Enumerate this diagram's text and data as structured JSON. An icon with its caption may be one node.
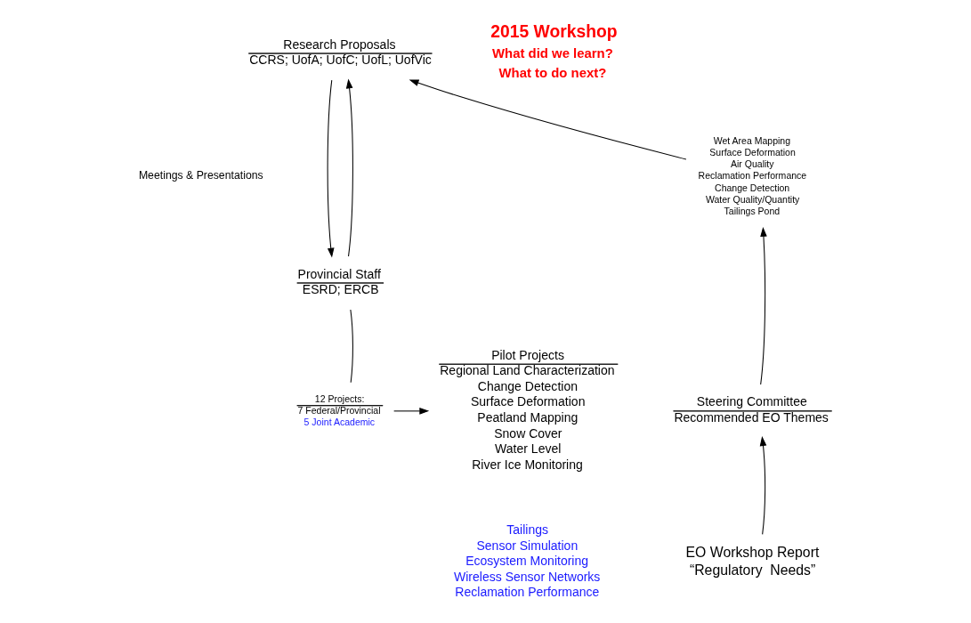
{
  "diagram": {
    "nodes": [
      {
        "text": [
          "Research Proposals",
          "CCRS; UofA; UofC; UofL; UofVic"
        ]
      },
      {
        "text": [
          "Wet Area Mapping",
          "Surface Deformation",
          "Air Quality",
          "Reclamation Performance",
          "Change Detection",
          "Water Quality/Quantity",
          "Tailings Pond"
        ]
      },
      {
        "text": [
          "Provincial Staff",
          "ESRD; ERCB"
        ]
      },
      {
        "text": [
          "Steering Committee",
          "Recommended EO Themes"
        ]
      },
      {
        "text": [
          "12 Projects:",
          "7 Federal/Provincial",
          "5 Joint Academic"
        ]
      },
      {
        "text": [
          "Pilot Projects",
          "Regional Land Characterization",
          "Change Detection",
          "Surface Deformation",
          "Peatland Mapping",
          "Snow Cover",
          "Water Level",
          "River Ice Monitoring"
        ]
      },
      {
        "text": [
          "EO Workshop Report",
          "“Regulatory  Needs”"
        ]
      }
    ],
    "edges": [
      {
        "from": 1,
        "to": 0,
        "arrow": "to"
      },
      {
        "from": 0,
        "to": 2,
        "arrow": "to"
      },
      {
        "from": 2,
        "to": 0,
        "arrow": "to"
      },
      {
        "from": 3,
        "to": 1,
        "arrow": "to"
      },
      {
        "from": 6,
        "to": 3,
        "arrow": "to"
      },
      {
        "from": 2,
        "to": 4,
        "arrow": "none"
      },
      {
        "from": 4,
        "to": 5,
        "arrow": "to"
      }
    ],
    "labels": [
      "Meetings & Presentations",
      "2015 Workshop",
      "What did we learn?",
      "What to do next?",
      "Tailings",
      "Sensor Simulation",
      "Ecosystem Monitoring",
      "Wireless Sensor Networks",
      "Reclamation Performance"
    ]
  }
}
